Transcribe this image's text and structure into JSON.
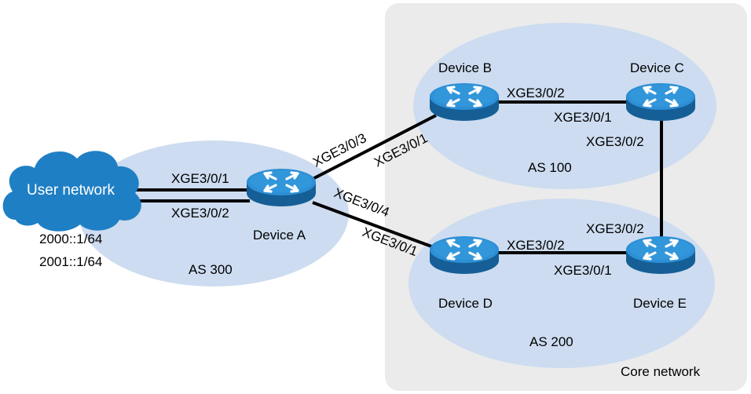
{
  "colors": {
    "core_bg": "#ebebeb",
    "as_fill": "#cddcf0",
    "cloud_fill": "#1f7fc4",
    "device_blue": "#1f7fc4",
    "link": "#000000"
  },
  "regions": {
    "core": {
      "label": "Core network"
    },
    "as300": {
      "label": "AS 300"
    },
    "as100": {
      "label": "AS 100"
    },
    "as200": {
      "label": "AS 200"
    }
  },
  "cloud": {
    "label": "User network",
    "addr1": "2000::1/64",
    "addr2": "2001::1/64"
  },
  "devices": {
    "a": {
      "label": "Device A",
      "icon": "router-icon"
    },
    "b": {
      "label": "Device B",
      "icon": "router-icon"
    },
    "c": {
      "label": "Device C",
      "icon": "router-icon"
    },
    "d": {
      "label": "Device D",
      "icon": "router-icon"
    },
    "e": {
      "label": "Device E",
      "icon": "router-icon"
    }
  },
  "ports": {
    "cloud_a_1": "XGE3/0/1",
    "cloud_a_2": "XGE3/0/2",
    "a_to_b": "XGE3/0/3",
    "b_from_a": "XGE3/0/1",
    "a_to_d": "XGE3/0/4",
    "d_from_a": "XGE3/0/1",
    "b_to_c": "XGE3/0/2",
    "c_from_b": "XGE3/0/1",
    "c_to_e": "XGE3/0/2",
    "e_from_c": "XGE3/0/2",
    "d_to_e": "XGE3/0/2",
    "e_from_d": "XGE3/0/1"
  }
}
